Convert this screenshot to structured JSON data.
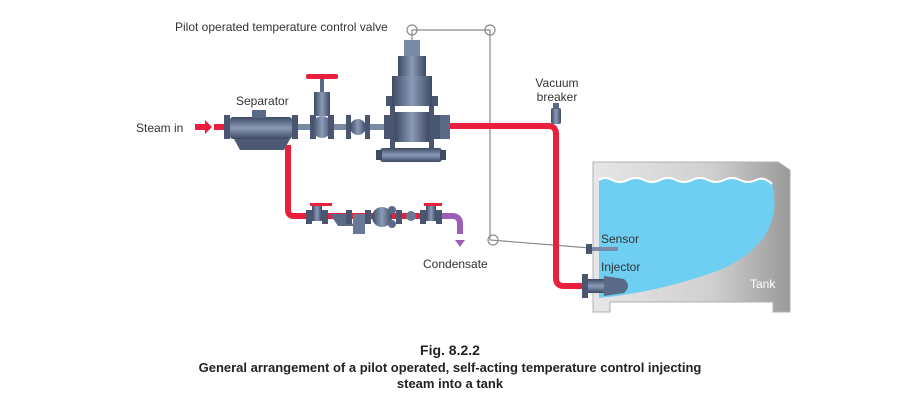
{
  "labels": {
    "pilot_valve": "Pilot operated temperature control valve",
    "separator": "Separator",
    "steam_in": "Steam in",
    "vacuum_breaker_line1": "Vacuum",
    "vacuum_breaker_line2": "breaker",
    "sensor": "Sensor",
    "injector": "Injector",
    "condensate": "Condensate",
    "tank": "Tank"
  },
  "caption": {
    "figure": "Fig. 8.2.2",
    "line1": "General arrangement of a pilot operated, self-acting temperature control injecting",
    "line2": "steam into a tank"
  },
  "colors": {
    "steam_pipe": "#e8203c",
    "condensate_pipe": "#9b5fb5",
    "water": "#6ecff2",
    "valve_body": "#5a6a86",
    "tank_wall": "#c8c8c8",
    "capillary": "#8a8a8a"
  }
}
